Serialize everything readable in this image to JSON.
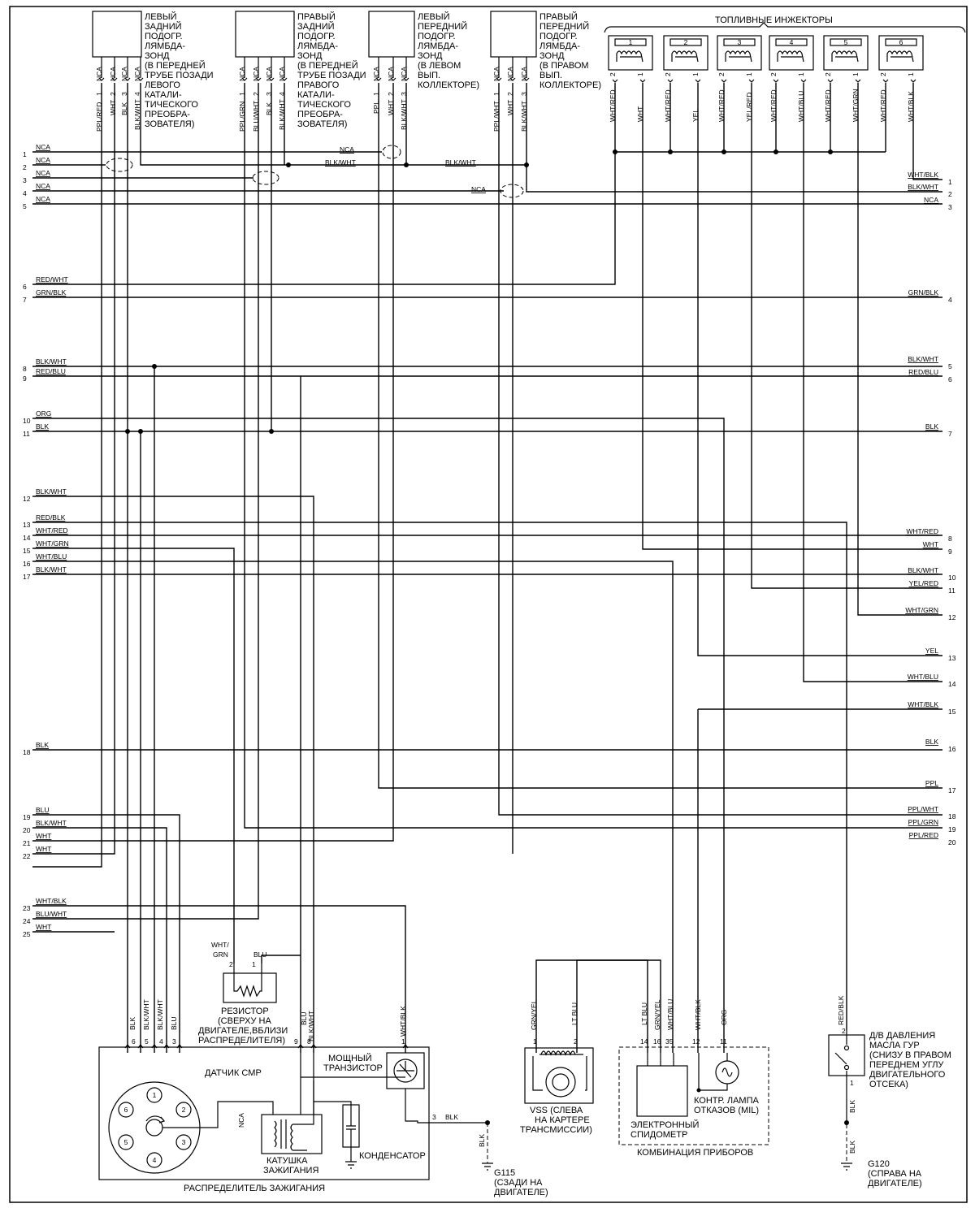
{
  "title_injectors": "ТОПЛИВНЫЕ ИНЖЕКТОРЫ",
  "o2_sensors": [
    {
      "label": [
        "ЛЕВЫЙ",
        "ЗАДНИЙ",
        "ПОДОГР.",
        "ЛЯМБДА-",
        "ЗОНД",
        "(В ПЕРЕДНЕЙ",
        "ТРУБЕ ПОЗАДИ",
        "ЛЕВОГО",
        "КАТАЛИ-",
        "ТИЧЕСКОГО",
        "ПРЕОБРА-",
        "ЗОВАТЕЛЯ)"
      ],
      "pins": [
        {
          "wire": "PPL/RED",
          "num": "1",
          "nca": "NCA"
        },
        {
          "wire": "WHT",
          "num": "2",
          "nca": "NCA"
        },
        {
          "wire": "BLK",
          "num": "3",
          "nca": "NCA"
        },
        {
          "wire": "BLK/WHT",
          "num": "4",
          "nca": "NCA"
        }
      ]
    },
    {
      "label": [
        "ПРАВЫЙ",
        "ЗАДНИЙ",
        "ПОДОГР.",
        "ЛЯМБДА-",
        "ЗОНД",
        "(В ПЕРЕДНЕЙ",
        "ТРУБЕ ПОЗАДИ",
        "ПРАВОГО",
        "КАТАЛИ-",
        "ТИЧЕСКОГО",
        "ПРЕОБРА-",
        "ЗОВАТЕЛЯ)"
      ],
      "pins": [
        {
          "wire": "PPL/GRN",
          "num": "1",
          "nca": "NCA"
        },
        {
          "wire": "BLU/WHT",
          "num": "2",
          "nca": "NCA"
        },
        {
          "wire": "BLK",
          "num": "3",
          "nca": "NCA"
        },
        {
          "wire": "BLK/WHT",
          "num": "4",
          "nca": "NCA"
        }
      ]
    },
    {
      "label": [
        "ЛЕВЫЙ",
        "ПЕРЕДНИЙ",
        "ПОДОГР.",
        "ЛЯМБДА-",
        "ЗОНД",
        "(В ЛЕВОМ",
        "ВЫП.",
        "КОЛЛЕКТОРЕ)"
      ],
      "pins": [
        {
          "wire": "PPL",
          "num": "1",
          "nca": "NCA"
        },
        {
          "wire": "WHT",
          "num": "2",
          "nca": "NCA"
        },
        {
          "wire": "BLK/WHT",
          "num": "3",
          "nca": "NCA"
        }
      ]
    },
    {
      "label": [
        "ПРАВЫЙ",
        "ПЕРЕДНИЙ",
        "ПОДОГР.",
        "ЛЯМБДА-",
        "ЗОНД",
        "(В ПРАВОМ",
        "ВЫП.",
        "КОЛЛЕКТОРЕ)"
      ],
      "pins": [
        {
          "wire": "PPL/WHT",
          "num": "1",
          "nca": "NCA"
        },
        {
          "wire": "WHT",
          "num": "2",
          "nca": "NCA"
        },
        {
          "wire": "BLK/WHT",
          "num": "3",
          "nca": "NCA"
        }
      ]
    }
  ],
  "injectors": [
    {
      "num": "1",
      "pins": [
        {
          "wire": "WHT/RED",
          "num": "2"
        },
        {
          "wire": "WHT",
          "num": "1"
        }
      ]
    },
    {
      "num": "2",
      "pins": [
        {
          "wire": "WHT/RED",
          "num": "2"
        },
        {
          "wire": "YEL",
          "num": "1"
        }
      ]
    },
    {
      "num": "3",
      "pins": [
        {
          "wire": "WHT/RED",
          "num": "2"
        },
        {
          "wire": "YEL/RED",
          "num": "1"
        }
      ]
    },
    {
      "num": "4",
      "pins": [
        {
          "wire": "WHT/RED",
          "num": "2"
        },
        {
          "wire": "WHT/BLU",
          "num": "1"
        }
      ]
    },
    {
      "num": "5",
      "pins": [
        {
          "wire": "WHT/RED",
          "num": "2"
        },
        {
          "wire": "WHT/GRN",
          "num": "1"
        }
      ]
    },
    {
      "num": "6",
      "pins": [
        {
          "wire": "WHT/RED",
          "num": "2"
        },
        {
          "wire": "WHT/BLK",
          "num": "1"
        }
      ]
    }
  ],
  "top_wires": {
    "nca": "NCA",
    "blk_wht": "BLK/WHT"
  },
  "left_connector": [
    {
      "num": "1",
      "wire": "NCA"
    },
    {
      "num": "2",
      "wire": "NCA"
    },
    {
      "num": "3",
      "wire": "NCA"
    },
    {
      "num": "4",
      "wire": "NCA"
    },
    {
      "num": "5",
      "wire": "NCA"
    },
    {
      "num": "6",
      "wire": "RED/WHT"
    },
    {
      "num": "7",
      "wire": "GRN/BLK"
    },
    {
      "num": "8",
      "wire": "BLK/WHT"
    },
    {
      "num": "9",
      "wire": "RED/BLU"
    },
    {
      "num": "10",
      "wire": "ORG"
    },
    {
      "num": "11",
      "wire": "BLK"
    },
    {
      "num": "12",
      "wire": "BLK/WHT"
    },
    {
      "num": "13",
      "wire": "RED/BLK"
    },
    {
      "num": "14",
      "wire": "WHT/RED"
    },
    {
      "num": "15",
      "wire": "WHT/GRN"
    },
    {
      "num": "16",
      "wire": "WHT/BLU"
    },
    {
      "num": "17",
      "wire": "BLK/WHT"
    },
    {
      "num": "18",
      "wire": "BLK"
    },
    {
      "num": "19",
      "wire": "BLU"
    },
    {
      "num": "20",
      "wire": "BLK/WHT"
    },
    {
      "num": "21",
      "wire": "WHT"
    },
    {
      "num": "22",
      "wire": "WHT"
    },
    {
      "num": "23",
      "wire": "WHT/BLK"
    },
    {
      "num": "24",
      "wire": "BLU/WHT"
    },
    {
      "num": "25",
      "wire": "WHT"
    }
  ],
  "right_connector": [
    {
      "num": "1",
      "wire": "WHT/BLK"
    },
    {
      "num": "2",
      "wire": "BLK/WHT"
    },
    {
      "num": "3",
      "wire": "NCA"
    },
    {
      "num": "4",
      "wire": "GRN/BLK"
    },
    {
      "num": "5",
      "wire": "BLK/WHT"
    },
    {
      "num": "6",
      "wire": "RED/BLU"
    },
    {
      "num": "7",
      "wire": "BLK"
    },
    {
      "num": "8",
      "wire": "WHT/RED"
    },
    {
      "num": "9",
      "wire": "WHT"
    },
    {
      "num": "10",
      "wire": "BLK/WHT"
    },
    {
      "num": "11",
      "wire": "YEL/RED"
    },
    {
      "num": "12",
      "wire": "WHT/GRN"
    },
    {
      "num": "13",
      "wire": "YEL"
    },
    {
      "num": "14",
      "wire": "WHT/BLU"
    },
    {
      "num": "15",
      "wire": "WHT/BLK"
    },
    {
      "num": "16",
      "wire": "BLK"
    },
    {
      "num": "17",
      "wire": "PPL"
    },
    {
      "num": "18",
      "wire": "PPL/WHT"
    },
    {
      "num": "19",
      "wire": "PPL/GRN"
    },
    {
      "num": "20",
      "wire": "PPL/RED"
    }
  ],
  "resistor": {
    "label": [
      "РЕЗИСТОР",
      "(СВЕРХУ НА",
      "ДВИГАТЕЛЕ,ВБЛИЗИ",
      "РАСПРЕДЕЛИТЕЛЯ)"
    ],
    "pins": [
      {
        "wire": "WHT/GRN",
        "num": "2"
      },
      {
        "wire": "BLU",
        "num": "1"
      }
    ]
  },
  "distributor": {
    "label": "РАСПРЕДЕЛИТЕЛЬ ЗАЖИГАНИЯ",
    "cmp": "ДАТЧИК CMP",
    "transistor": [
      "МОЩНЫЙ",
      "ТРАНЗИСТОР"
    ],
    "coil": [
      "КАТУШКА",
      "ЗАЖИГАНИЯ"
    ],
    "capacitor": "КОНДЕНСАТОР",
    "nca": "NCA",
    "pins": [
      {
        "wire": "BLK",
        "num": "6"
      },
      {
        "wire": "BLK/WHT",
        "num": "5"
      },
      {
        "wire": "BLK/WHT",
        "num": "4"
      },
      {
        "wire": "BLU",
        "num": "3"
      },
      {
        "wire": "BLU",
        "num": "9"
      },
      {
        "wire": "BLK/WHT",
        "num": "8"
      },
      {
        "wire": "WHT/BLK",
        "num": "1"
      }
    ],
    "gnd_pin": {
      "wire": "BLK",
      "num": "3"
    },
    "cyl_numbers": [
      "1",
      "2",
      "3",
      "4",
      "5",
      "6"
    ]
  },
  "ground_g115": {
    "wire": "BLK",
    "label": [
      "G115",
      "(СЗАДИ НА",
      "ДВИГАТЕЛЕ)"
    ]
  },
  "vss": {
    "label": [
      "VSS (СЛЕВА",
      "НА КАРТЕРЕ",
      "ТРАНСМИССИИ)"
    ],
    "pins": [
      {
        "wire": "GRN/YEL",
        "num": "1"
      },
      {
        "wire": "LT BLU",
        "num": "2"
      }
    ]
  },
  "cluster": {
    "label": "КОМБИНАЦИЯ ПРИБОРОВ",
    "speedo": [
      "ЭЛЕКТРОННЫЙ",
      "СПИДОМЕТР"
    ],
    "mil": [
      "КОНТР. ЛАМПА",
      "ОТКАЗОВ (MIL)"
    ],
    "pins": [
      {
        "wire": "LT BLU",
        "num": "14"
      },
      {
        "wire": "GRN/YEL",
        "num": "16"
      },
      {
        "wire": "WHT/BLU",
        "num": "35"
      },
      {
        "wire": "WHT/BLK",
        "num": "12"
      },
      {
        "wire": "ORG",
        "num": "11"
      }
    ]
  },
  "ps_switch": {
    "label": [
      "Д/В ДАВЛЕНИЯ",
      "МАСЛА ГУР",
      "(СНИЗУ В ПРАВОМ",
      "ПЕРЕДНЕМ УГЛУ",
      "ДВИГАТЕЛЬНОГО",
      "ОТСЕКА)"
    ],
    "pins": [
      {
        "wire": "RED/BLK",
        "num": "2"
      },
      {
        "wire": "BLK",
        "num": "1"
      }
    ]
  },
  "ground_g120": {
    "wire": "BLK",
    "label": [
      "G120",
      "(СПРАВА НА",
      "ДВИГАТЕЛЕ)"
    ]
  }
}
